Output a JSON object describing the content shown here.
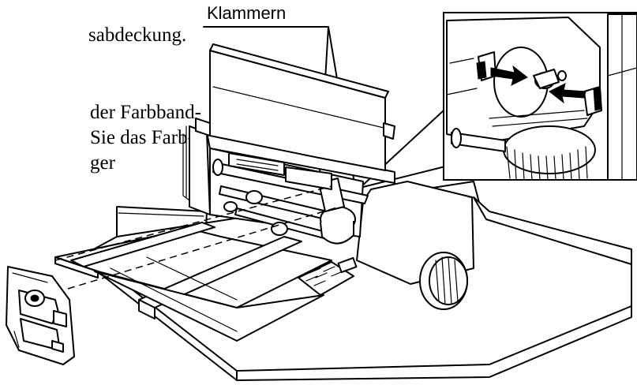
{
  "instruction_lines": [
    "sabdeckung.",
    "der Farbband-",
    "Sie das Farb-",
    "ger"
  ],
  "callout": {
    "label": "Klammern"
  }
}
